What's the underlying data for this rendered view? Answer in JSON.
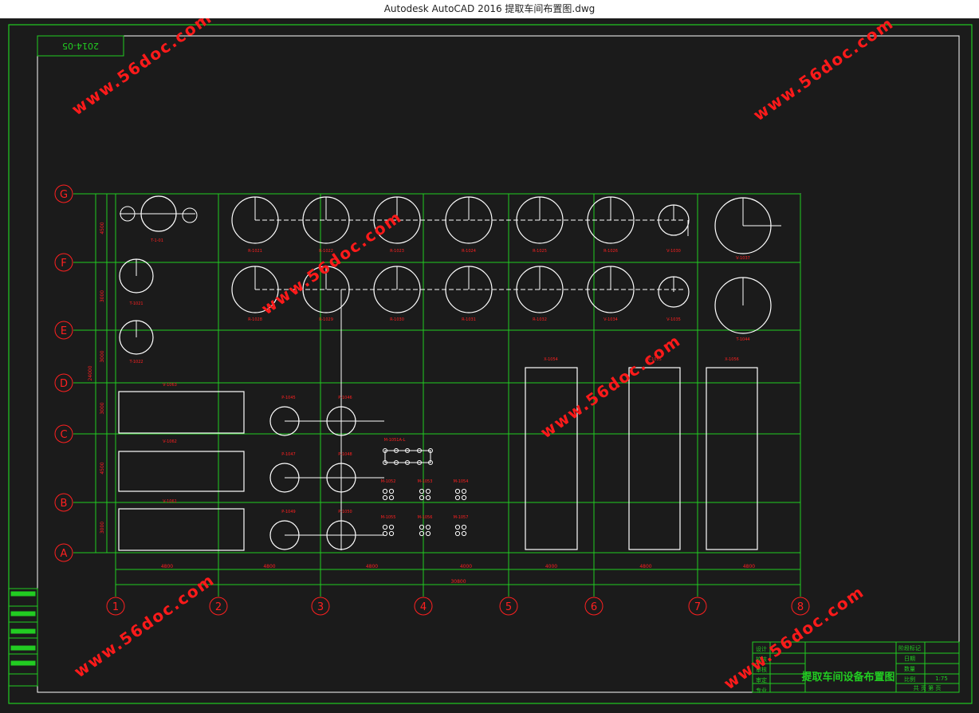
{
  "window": {
    "title": "Autodesk AutoCAD 2016     提取车间布置图.dwg"
  },
  "colors": {
    "background": "#1b1b1b",
    "grid": "#22cc22",
    "equipment": "#ffffff",
    "labels": "#ff2020",
    "watermark": "#ff1a1a",
    "frame": "#22cc22",
    "border": "#ffffff"
  },
  "drawing": {
    "date_box": "2014-05",
    "watermark": "www.56doc.com",
    "row_axes": [
      "A",
      "B",
      "C",
      "D",
      "E",
      "F",
      "G"
    ],
    "col_axes": [
      "1",
      "2",
      "3",
      "4",
      "5",
      "6",
      "7",
      "8"
    ],
    "row_dims": [
      "3000",
      "4500",
      "3000",
      "3000",
      "3000",
      "4500",
      "4500"
    ],
    "total_height": "24000",
    "col_dims": [
      "4800",
      "4800",
      "4800",
      "4000",
      "4000",
      "4800",
      "4800"
    ],
    "total_width": "30800",
    "title_block": {
      "title": "提取车间设备布置图",
      "left_cells": [
        "设计",
        "校核",
        "审核",
        "审定",
        "专业"
      ],
      "right_labels": [
        "阶段标记",
        "日期",
        "数量",
        "比例"
      ],
      "scale": "1:75",
      "sheet_note": "共 页 第 页"
    },
    "equipment_labels": {
      "tank_top_left": "T-1-01",
      "tanks_row_g": [
        "R-1021",
        "R-1022",
        "R-1023",
        "R-1024",
        "R-1025",
        "R-1026",
        "V-1030",
        "V-1037"
      ],
      "tanks_row_f": [
        "R-1028",
        "R-1029",
        "R-1030",
        "R-1031",
        "R-1032",
        "V-1034",
        "V-1035",
        "T-1044"
      ],
      "left_col": [
        "T-1021",
        "T-1022"
      ],
      "boxes_left": [
        "V-1061",
        "V-1062",
        "V-1063"
      ],
      "pumps": [
        "P-1045",
        "P-1046",
        "P-1047",
        "P-1048",
        "P-1049",
        "P-1050"
      ],
      "small_units": [
        "M-1051A-L",
        "M-1052",
        "M-1053",
        "M-1054",
        "M-1055",
        "M-1056",
        "M-1057"
      ],
      "tall_tanks": [
        "X-1054",
        "X-1055",
        "X-1056"
      ]
    }
  }
}
